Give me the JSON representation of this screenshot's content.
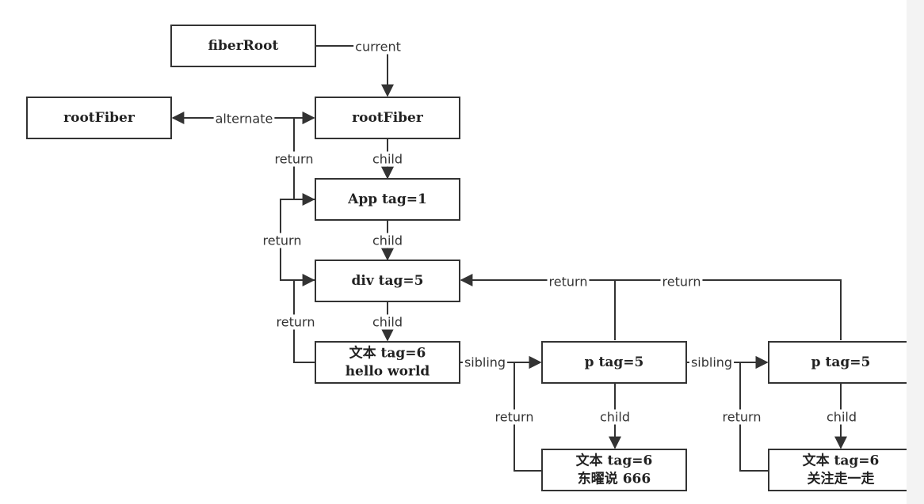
{
  "nodes": {
    "fiber_root": {
      "lines": [
        "fiberRoot"
      ]
    },
    "root_fiber_alt": {
      "lines": [
        "rootFiber"
      ]
    },
    "root_fiber": {
      "lines": [
        "rootFiber"
      ]
    },
    "app": {
      "lines": [
        "App tag=1"
      ]
    },
    "div": {
      "lines": [
        "div tag=5"
      ]
    },
    "text1": {
      "lines": [
        "文本 tag=6",
        "hello world"
      ]
    },
    "p1": {
      "lines": [
        "p tag=5"
      ]
    },
    "p2": {
      "lines": [
        "p tag=5"
      ]
    },
    "text2": {
      "lines": [
        "文本 tag=6",
        "东曜说 666"
      ]
    },
    "text3": {
      "lines": [
        "文本 tag=6",
        "关注走一走"
      ]
    }
  },
  "edges": {
    "current": "current",
    "alternate": "alternate",
    "child": "child",
    "return": "return",
    "sibling": "sibling"
  }
}
